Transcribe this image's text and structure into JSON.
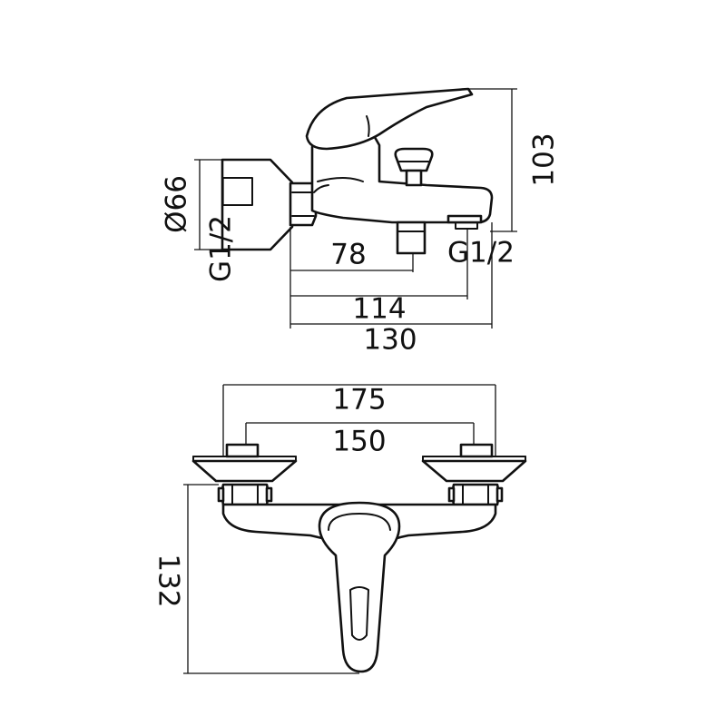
{
  "dimensions": {
    "side": {
      "diameter": "Ø66",
      "thread_left": "G1/2",
      "thread_right": "G1/2",
      "d78": "78",
      "d114": "114",
      "d130": "130",
      "d103": "103"
    },
    "front": {
      "d175": "175",
      "d150": "150",
      "d132": "132"
    }
  }
}
